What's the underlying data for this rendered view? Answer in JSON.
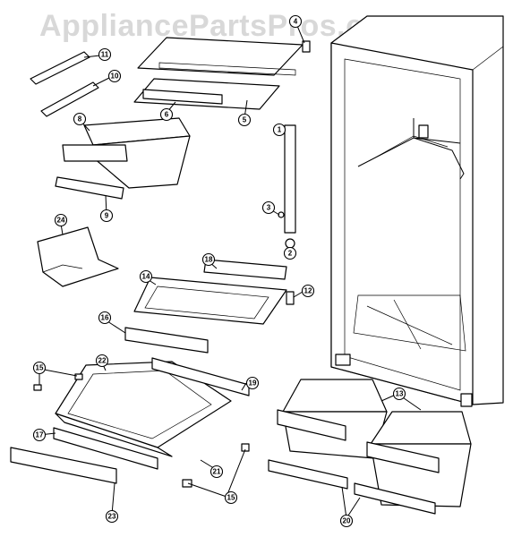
{
  "watermark": "AppliancePartsPros.com",
  "parts": [
    {
      "id": "p11",
      "label": "11"
    },
    {
      "id": "p10",
      "label": "10"
    },
    {
      "id": "p8",
      "label": "8"
    },
    {
      "id": "p9",
      "label": "9"
    },
    {
      "id": "p24",
      "label": "24"
    },
    {
      "id": "p6",
      "label": "6"
    },
    {
      "id": "p5",
      "label": "5"
    },
    {
      "id": "p4",
      "label": "4"
    },
    {
      "id": "p1",
      "label": "1"
    },
    {
      "id": "p3",
      "label": "3"
    },
    {
      "id": "p2",
      "label": "2"
    },
    {
      "id": "p18",
      "label": "18"
    },
    {
      "id": "p14",
      "label": "14"
    },
    {
      "id": "p12",
      "label": "12"
    },
    {
      "id": "p16",
      "label": "16"
    },
    {
      "id": "p15a",
      "label": "15"
    },
    {
      "id": "p22",
      "label": "22"
    },
    {
      "id": "p19",
      "label": "19"
    },
    {
      "id": "p17",
      "label": "17"
    },
    {
      "id": "p21",
      "label": "21"
    },
    {
      "id": "p15b",
      "label": "15"
    },
    {
      "id": "p23",
      "label": "23"
    },
    {
      "id": "p13",
      "label": "13"
    },
    {
      "id": "p20",
      "label": "20"
    }
  ]
}
